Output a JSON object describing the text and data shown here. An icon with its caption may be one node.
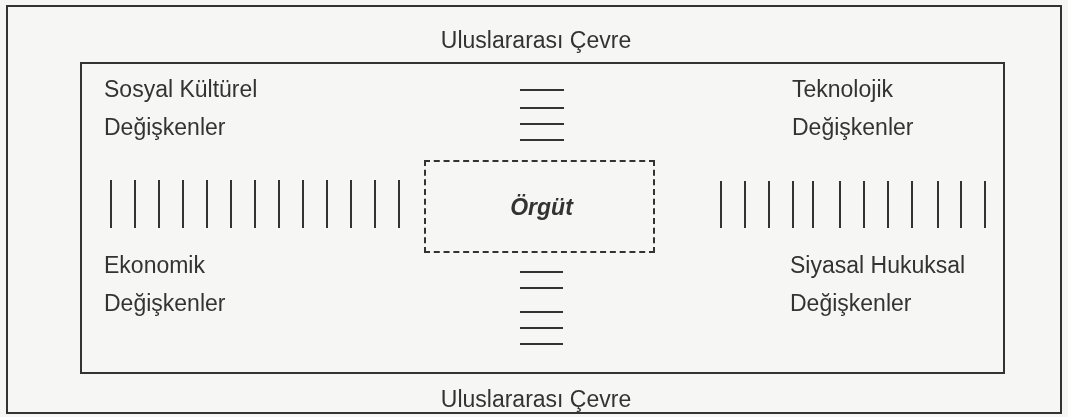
{
  "diagram": {
    "nodes": [
      {
        "text": [
          "Uluslararası Çevre",
          "Uluslararası Çevre"
        ]
      },
      {
        "text": [
          "Sosyal Kültürel Değişkenler",
          "Teknolojik Değişkenler",
          "Ekonomik Değişkenler",
          "Siyasal Hukuksal Değişkenler"
        ],
        "in": 0
      },
      {
        "text": [
          "Örgüt"
        ],
        "in": 1
      }
    ]
  }
}
